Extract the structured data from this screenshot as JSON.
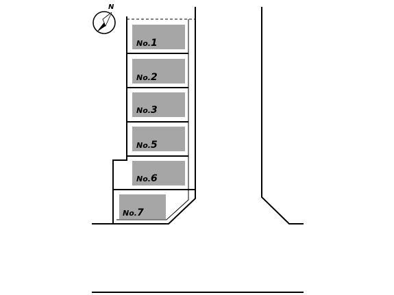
{
  "map": {
    "compass": {
      "north_label": "N",
      "icon": "north-arrow-icon"
    },
    "lots": [
      {
        "prefix": "No.",
        "number": "1"
      },
      {
        "prefix": "No.",
        "number": "2"
      },
      {
        "prefix": "No.",
        "number": "3"
      },
      {
        "prefix": "No.",
        "number": "5"
      },
      {
        "prefix": "No.",
        "number": "6"
      },
      {
        "prefix": "No.",
        "number": "7"
      }
    ],
    "colors": {
      "lot_fill": "#a6a6a6",
      "lines": "#000000",
      "background": "#ffffff"
    }
  }
}
